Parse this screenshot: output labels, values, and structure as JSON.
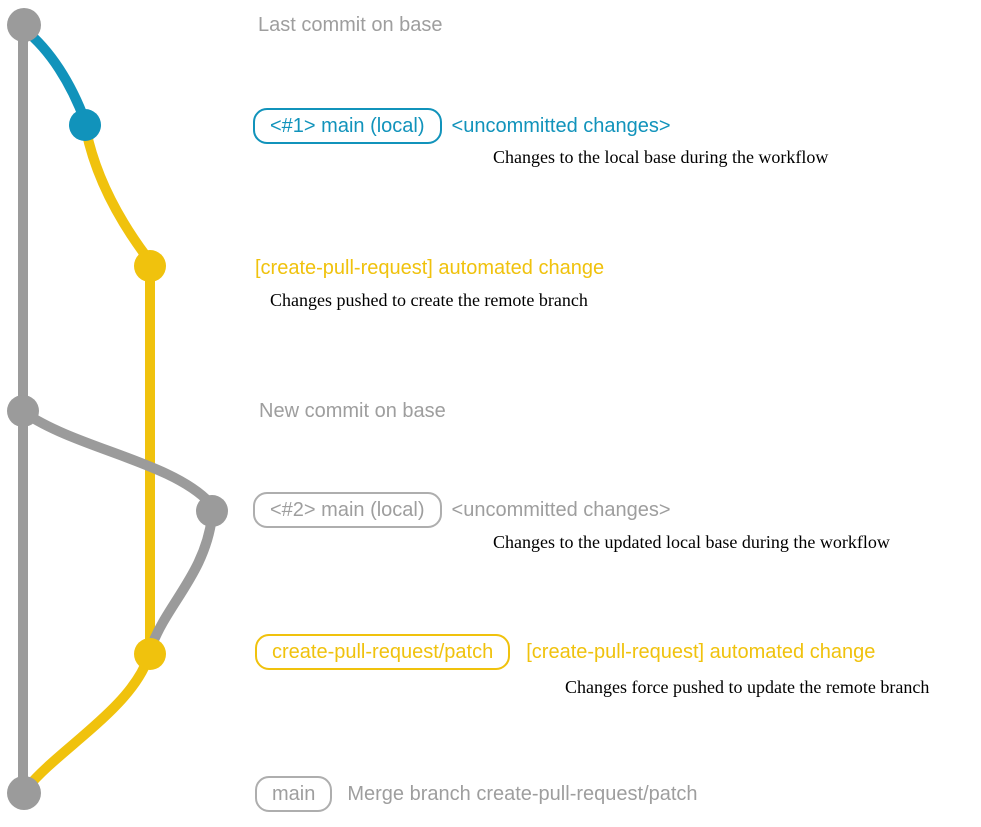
{
  "colors": {
    "gray": "#9b9b9b",
    "gray_text": "#9e9e9e",
    "gray_border": "#aeaeae",
    "teal": "#1193bb",
    "yellow": "#f0c20d",
    "description_text": "#000000"
  },
  "graph": {
    "commits": [
      {
        "name": "last-commit-on-base",
        "color": "gray"
      },
      {
        "name": "uncommitted-changes-1",
        "color": "teal"
      },
      {
        "name": "automated-change-1",
        "color": "yellow"
      },
      {
        "name": "new-commit-on-base",
        "color": "gray"
      },
      {
        "name": "uncommitted-changes-2",
        "color": "gray"
      },
      {
        "name": "automated-change-2",
        "color": "yellow"
      },
      {
        "name": "merge-commit",
        "color": "gray"
      }
    ]
  },
  "annotations": {
    "last_commit_label": "Last commit on base",
    "step1": {
      "badge": "<#1> main (local)",
      "title": "<uncommitted changes>",
      "description": "Changes to the local base during the workflow"
    },
    "step2": {
      "title": "[create-pull-request] automated change",
      "description": "Changes pushed to create the remote branch"
    },
    "new_commit_label": "New commit on base",
    "step3": {
      "badge": "<#2> main (local)",
      "title": "<uncommitted changes>",
      "description": "Changes to the updated local base during the workflow"
    },
    "step4": {
      "badge": "create-pull-request/patch",
      "title": "[create-pull-request] automated change",
      "description": "Changes force pushed to update the remote branch"
    },
    "merge": {
      "badge": "main",
      "label": "Merge branch create-pull-request/patch"
    }
  }
}
